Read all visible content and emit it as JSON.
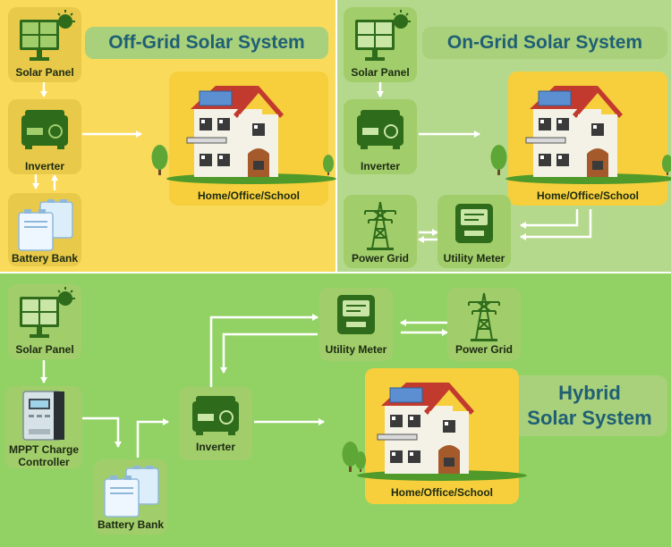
{
  "colors": {
    "offgrid_bg": "#f9da5a",
    "ongrid_bg": "#b5d98c",
    "hybrid_bg": "#92d265",
    "node_green": "#a2cd6b",
    "node_yellow": "#e8c94a",
    "home_bg": "#f7cf3c",
    "title_bg": "#a9d07a",
    "title_text": "#1f5f75",
    "arrow": "#ffffff"
  },
  "offgrid": {
    "title": "Off-Grid Solar System",
    "solar_panel": "Solar Panel",
    "inverter": "Inverter",
    "battery": "Battery Bank",
    "home": "Home/Office/School"
  },
  "ongrid": {
    "title": "On-Grid Solar System",
    "solar_panel": "Solar Panel",
    "inverter": "Inverter",
    "home": "Home/Office/School",
    "power_grid": "Power Grid",
    "utility_meter": "Utility Meter"
  },
  "hybrid": {
    "title_line1": "Hybrid",
    "title_line2": "Solar System",
    "solar_panel": "Solar Panel",
    "mppt_line1": "MPPT Charge",
    "mppt_line2": "Controller",
    "battery": "Battery Bank",
    "inverter": "Inverter",
    "utility_meter": "Utility Meter",
    "power_grid": "Power Grid",
    "home": "Home/Office/School"
  }
}
